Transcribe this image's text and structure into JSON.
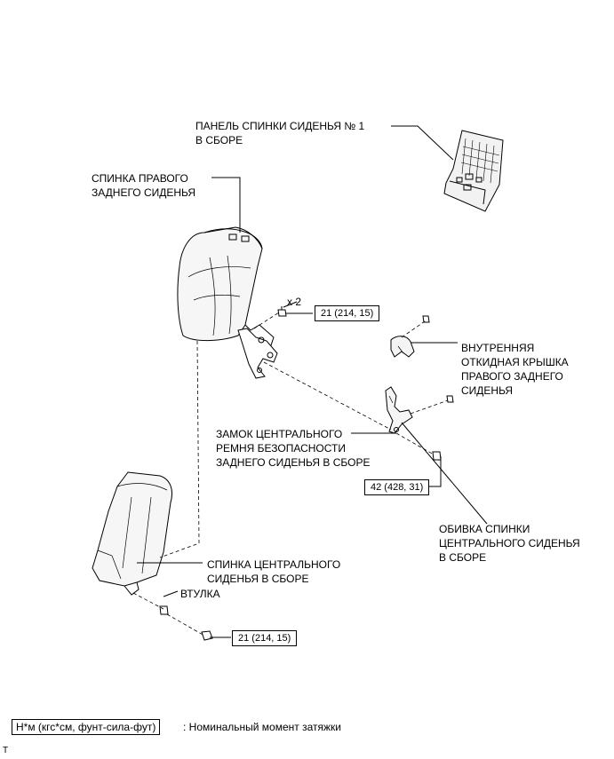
{
  "labels": {
    "panel": "ПАНЕЛЬ СПИНКИ СИДЕНЬЯ № 1\nВ СБОРЕ",
    "right_back": "СПИНКА ПРАВОГО\nЗАДНЕГО СИДЕНЬЯ",
    "inner_cover": "ВНУТРЕННЯЯ\nОТКИДНАЯ КРЫШКА\nПРАВОГО ЗАДНЕГО\nСИДЕНЬЯ",
    "buckle": "ЗАМОК ЦЕНТРАЛЬНОГО\nРЕМНЯ БЕЗОПАСНОСТИ\nЗАДНЕГО СИДЕНЬЯ В СБОРЕ",
    "center_cover": "ОБИВКА СПИНКИ\nЦЕНТРАЛЬНОГО СИДЕНЬЯ\nВ СБОРЕ",
    "center_back": "СПИНКА ЦЕНТРАЛЬНОГО\nСИДЕНЬЯ В СБОРЕ",
    "bushing": "ВТУЛКА",
    "qty": "x 2"
  },
  "torques": {
    "bolt_upper": "21 (214, 15)",
    "bolt_buckle": "42 (428, 31)",
    "bolt_lower": "21 (214, 15)"
  },
  "legend": {
    "units": "Н*м (кгс*см, фунт-сила-фут)",
    "meaning": ": Номинальный момент затяжки"
  },
  "corner_mark": "T"
}
